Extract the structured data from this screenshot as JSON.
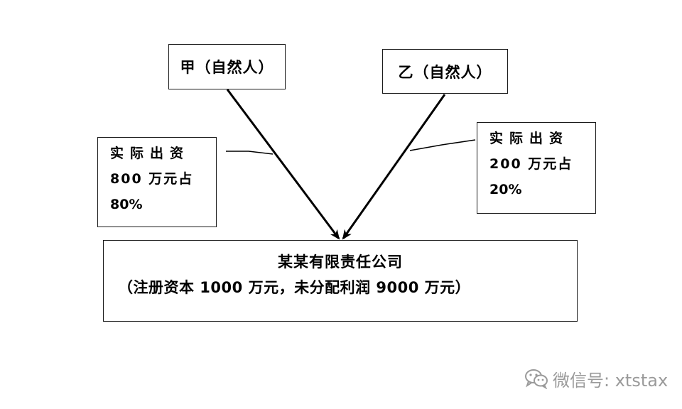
{
  "persons": {
    "jia": "甲（自然人）",
    "yi": "乙（自然人）"
  },
  "investments": {
    "left": {
      "line1": "实际出资",
      "line2": "800 万元占",
      "line3": "80%"
    },
    "right": {
      "line1": "实际出资",
      "line2": "200 万元占",
      "line3": "20%"
    }
  },
  "company": {
    "name": "某某有限责任公司",
    "detail": "（注册资本 1000 万元，未分配利润 9000 万元）"
  },
  "watermark": {
    "text": "微信号: xtstax",
    "icon": "wechat-icon"
  }
}
